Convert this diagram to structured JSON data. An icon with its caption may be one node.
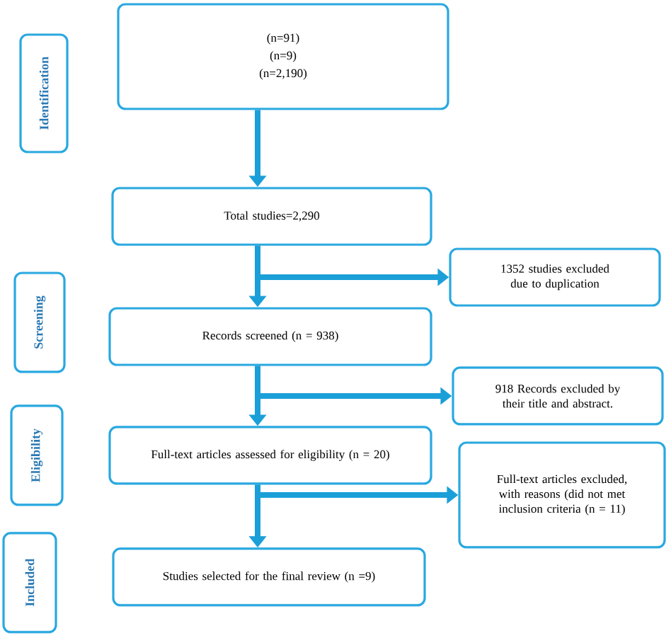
{
  "diagram": {
    "nodes": [
      {
        "text": [
          "Identification"
        ]
      },
      {
        "text": [
          "(n=91)",
          "(n=9)",
          "(n=2,190)"
        ]
      },
      {
        "text": [
          "Total studies=2,290"
        ]
      },
      {
        "text": [
          "1352 studies excluded due to duplication"
        ]
      },
      {
        "text": [
          "Screening"
        ]
      },
      {
        "text": [
          "Records screened (n = 938)"
        ]
      },
      {
        "text": [
          "918 Records excluded by their title and abstract."
        ]
      },
      {
        "text": [
          "Eligibility"
        ]
      },
      {
        "text": [
          "Full-text articles assessed for eligibility (n = 20)"
        ]
      },
      {
        "text": [
          "Full-text articles excluded, with reasons (did not met inclusion criteria (n = 11)"
        ]
      },
      {
        "text": [
          "Included"
        ]
      },
      {
        "text": [
          "Studies selected for the final review (n =9)"
        ]
      }
    ],
    "edges": [
      {
        "from": 1,
        "to": 2,
        "arrow": "to"
      },
      {
        "from": 2,
        "to": 5,
        "arrow": "to"
      },
      {
        "from": 2,
        "to": 3,
        "arrow": "to"
      },
      {
        "from": 5,
        "to": 8,
        "arrow": "to"
      },
      {
        "from": 5,
        "to": 6,
        "arrow": "to"
      },
      {
        "from": 8,
        "to": 11,
        "arrow": "to"
      },
      {
        "from": 8,
        "to": 9,
        "arrow": "to"
      }
    ]
  }
}
